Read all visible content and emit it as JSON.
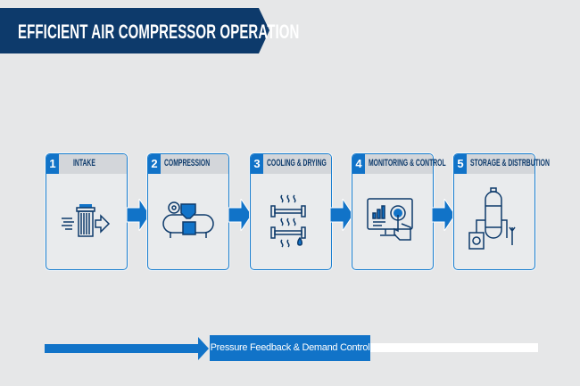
{
  "title": "EFFICIENT AIR COMPRESSOR OPERATION",
  "colors": {
    "navy": "#0d3a6b",
    "blue": "#1173c8",
    "background": "#e6e7e8"
  },
  "steps": [
    {
      "number": "1",
      "label": "INTAKE",
      "icon": "air-filter-icon"
    },
    {
      "number": "2",
      "label": "COMPRESSION",
      "icon": "compressor-icon"
    },
    {
      "number": "3",
      "label": "COOLING & DRYING",
      "icon": "cooling-drying-icon"
    },
    {
      "number": "4",
      "label": "MONITORING & CONTROL",
      "icon": "monitor-touch-icon"
    },
    {
      "number": "5",
      "label": "STORAGE & DISTRBUTION",
      "icon": "storage-tank-icon"
    }
  ],
  "feedback": {
    "label": "Pressure Feedback & Demand Control"
  }
}
